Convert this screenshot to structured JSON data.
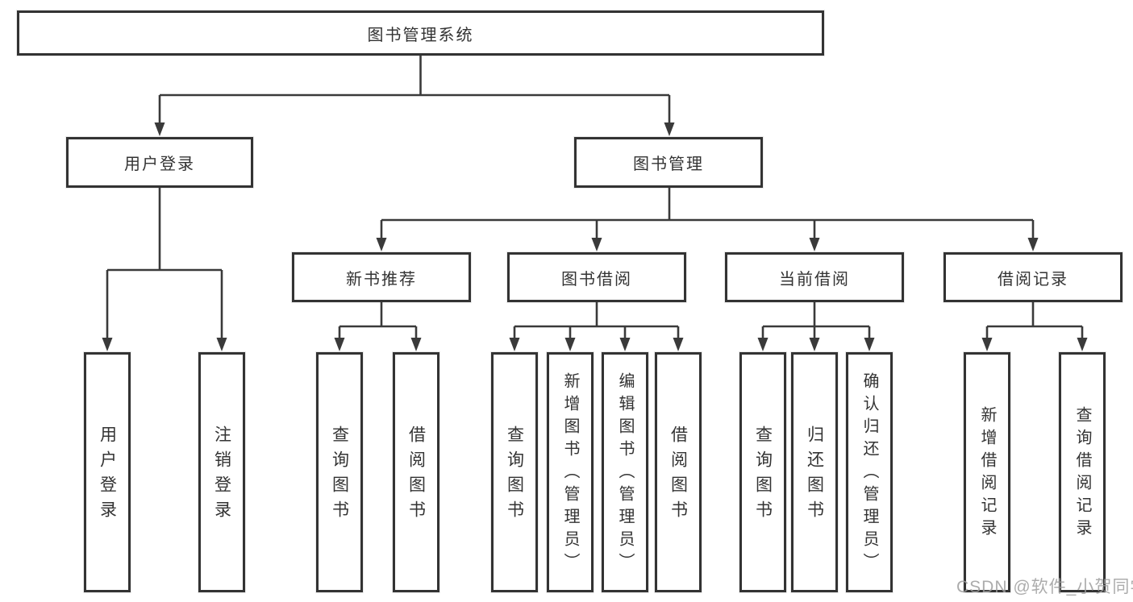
{
  "diagram": {
    "title": "图书管理系统",
    "branches": [
      {
        "label": "用户登录",
        "children": [
          {
            "label": "用户登录"
          },
          {
            "label": "注销登录"
          }
        ]
      },
      {
        "label": "图书管理",
        "children": [
          {
            "label": "新书推荐",
            "children": [
              {
                "label": "查询图书"
              },
              {
                "label": "借阅图书"
              }
            ]
          },
          {
            "label": "图书借阅",
            "children": [
              {
                "label": "查询图书"
              },
              {
                "label": "新增图书（管理员）"
              },
              {
                "label": "编辑图书（管理员）"
              },
              {
                "label": "借阅图书"
              }
            ]
          },
          {
            "label": "当前借阅",
            "children": [
              {
                "label": "查询图书"
              },
              {
                "label": "归还图书"
              },
              {
                "label": "确认归还（管理员）"
              }
            ]
          },
          {
            "label": "借阅记录",
            "children": [
              {
                "label": "新增借阅记录"
              },
              {
                "label": "查询借阅记录"
              }
            ]
          }
        ]
      }
    ]
  },
  "colors": {
    "box_border": "#333333",
    "connector": "#3a3a3a",
    "text": "#333333",
    "watermark": "#9e9e9e"
  },
  "watermark": "CSDN @软件_小贺同学"
}
